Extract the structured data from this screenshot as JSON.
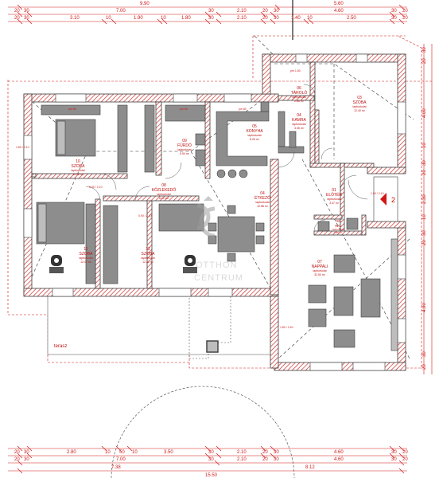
{
  "dimensions": {
    "top_1": [
      "9.90",
      "5.60"
    ],
    "top_2": [
      "20",
      "30",
      "7.00",
      "30",
      "2.10",
      "20",
      "30",
      "4.60",
      "30",
      "20"
    ],
    "top_3": [
      "20",
      "30",
      "3.10",
      "10",
      "1.90",
      "10",
      "1.80",
      "30",
      "2.10",
      "20",
      "30",
      "1.40",
      "10",
      "2.50",
      "30",
      "20"
    ],
    "right": [
      "30",
      "20",
      "4.00",
      "10",
      "30",
      "20",
      "2.30",
      "10",
      "30",
      "20",
      "4.90",
      "30",
      "20"
    ],
    "bottom_1": [
      "20",
      "30",
      "2.80",
      "10",
      "50",
      "10",
      "3.50",
      "30",
      "2.10",
      "20",
      "30",
      "4.60",
      "30",
      "20"
    ],
    "bottom_2": [
      "20",
      "30",
      "7.00",
      "30",
      "2.10",
      "20",
      "30",
      "4.60",
      "30",
      "20"
    ],
    "bottom_3": [
      "7.38",
      "8.12"
    ],
    "bottom_4": "15.50"
  },
  "rooms": [
    {
      "num": "10",
      "name": "SZOBA",
      "sub": "lapburkolat",
      "area": "14.08 m²"
    },
    {
      "num": "09",
      "name": "FÜRDŐ",
      "sub": "lapburkolat",
      "area": "5.54 m²"
    },
    {
      "num": "05",
      "name": "KONYHA",
      "sub": "lapburkolat",
      "area": "8.26 m²"
    },
    {
      "num": "06",
      "name": "TÁROLÓ",
      "sub": "lapburkolat",
      "area": "2.86 m²"
    },
    {
      "num": "04",
      "name": "KAMRA",
      "sub": "lapburkolat",
      "area": "3.06 m²"
    },
    {
      "num": "03",
      "name": "SZOBA",
      "sub": "lapburkolat",
      "area": "12.40 m²"
    },
    {
      "num": "08",
      "name": "KÖZLEKEDŐ",
      "sub": "lapburkolat",
      "area": "6.12 m²"
    },
    {
      "num": "04",
      "name": "ÉTKEZŐ",
      "sub": "lapburkolat",
      "area": "10.88 m²"
    },
    {
      "num": "01",
      "name": "ELŐTÉR",
      "sub": "lapburkolat",
      "area": "3.37 m²"
    },
    {
      "num": "02",
      "name": "WC",
      "sub": "lapburkolat",
      "area": "1.85 m²"
    },
    {
      "num": "11",
      "name": "SZOBA",
      "sub": "lapburkolat",
      "area": "12.07 m²"
    },
    {
      "num": "12",
      "name": "SZOBA",
      "sub": "lapburkolat",
      "area": "12.23 m²"
    },
    {
      "num": "07",
      "name": "NAPPALI",
      "sub": "lapburkolat",
      "area": "32.50 m²"
    }
  ],
  "labels": {
    "terrace": "terasz",
    "entrance_number": "2",
    "watermark_top": "OTTHON",
    "watermark_bottom": "CENTRUM"
  },
  "opening_notes": [
    "pm 1.80",
    "pm 80",
    "pm 80",
    "pm 80",
    "0.90 / 2.10",
    "0.90 / 2.10",
    "1.00 / 2.10",
    "1.80 / 2.40",
    "1.80 / 2.10"
  ],
  "colors": {
    "wall_hatch": "#c8302c",
    "dimension": "#d01818",
    "furniture": "#8d8d8d",
    "outline": "#3c3c3c",
    "watermark": "#bdbdbd"
  }
}
